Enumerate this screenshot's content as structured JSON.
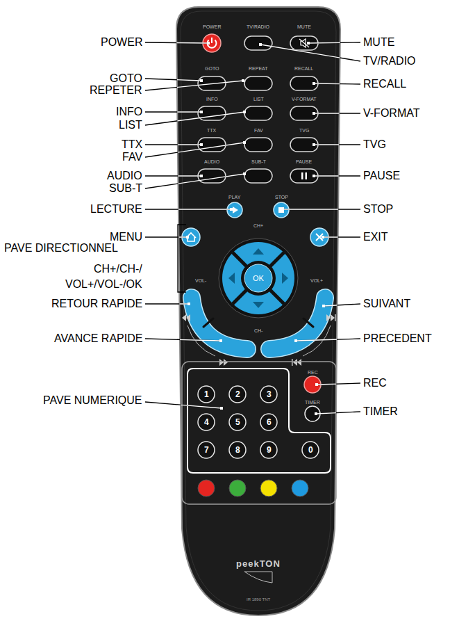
{
  "diagram": {
    "labels": [
      "POWER",
      "GOTO",
      "REPETER",
      "INFO",
      "LIST",
      "TTX",
      "FAV",
      "AUDIO",
      "SUB-T",
      "LECTURE",
      "MENU",
      "PAVE DIRECTIONNEL",
      "CH+/CH-/",
      "VOL+/VOL-/OK",
      "RETOUR RAPIDE",
      "AVANCE RAPIDE",
      "PAVE NUMERIQUE",
      "MUTE",
      "TV/RADIO",
      "RECALL",
      "V-FORMAT",
      "TVG",
      "PAUSE",
      "STOP",
      "EXIT",
      "SUIVANT",
      "PRECEDENT",
      "REC",
      "TIMER",
      "POWER",
      "TV/RADIO",
      "MUTE",
      "GOTO",
      "REPEAT",
      "RECALL",
      "INFO",
      "LIST",
      "V-FORMAT",
      "TTX",
      "FAV",
      "TVG",
      "AUDIO",
      "SUB-T",
      "PAUSE",
      "PLAY",
      "STOP",
      "CH+",
      "VOL-",
      "OK",
      "VOL+",
      "CH-",
      "REC",
      "TIMER",
      "1",
      "2",
      "3",
      "4",
      "5",
      "6",
      "7",
      "8",
      "9",
      "0",
      "peekTON",
      "IR 1890 TNT"
    ]
  }
}
